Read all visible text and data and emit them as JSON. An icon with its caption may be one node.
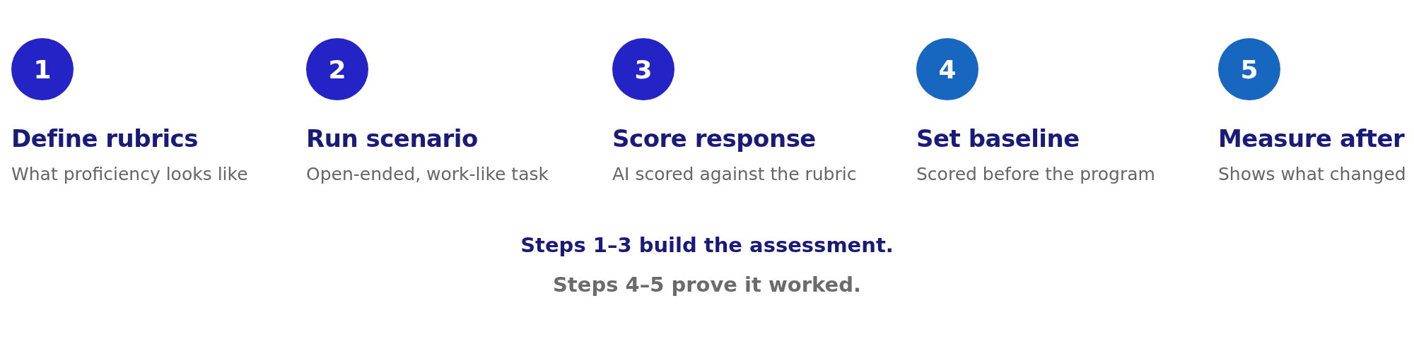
{
  "diagram": {
    "nodes": [
      {
        "text": [
          "1"
        ],
        "beside": [
          "Define rubrics",
          "What proficiency looks like"
        ]
      },
      {
        "text": [
          "2"
        ],
        "beside": [
          "Run scenario",
          "Open-ended, work-like task"
        ]
      },
      {
        "text": [
          "3"
        ],
        "beside": [
          "Score response",
          "AI scored against the rubric"
        ]
      },
      {
        "text": [
          "4"
        ],
        "beside": [
          "Set baseline",
          "Scored before the program"
        ]
      },
      {
        "text": [
          "5"
        ],
        "beside": [
          "Measure after",
          "Shows what changed"
        ]
      }
    ],
    "labels": [
      "Steps 1–3 build the assessment.",
      "Steps 4–5 prove it worked."
    ]
  }
}
